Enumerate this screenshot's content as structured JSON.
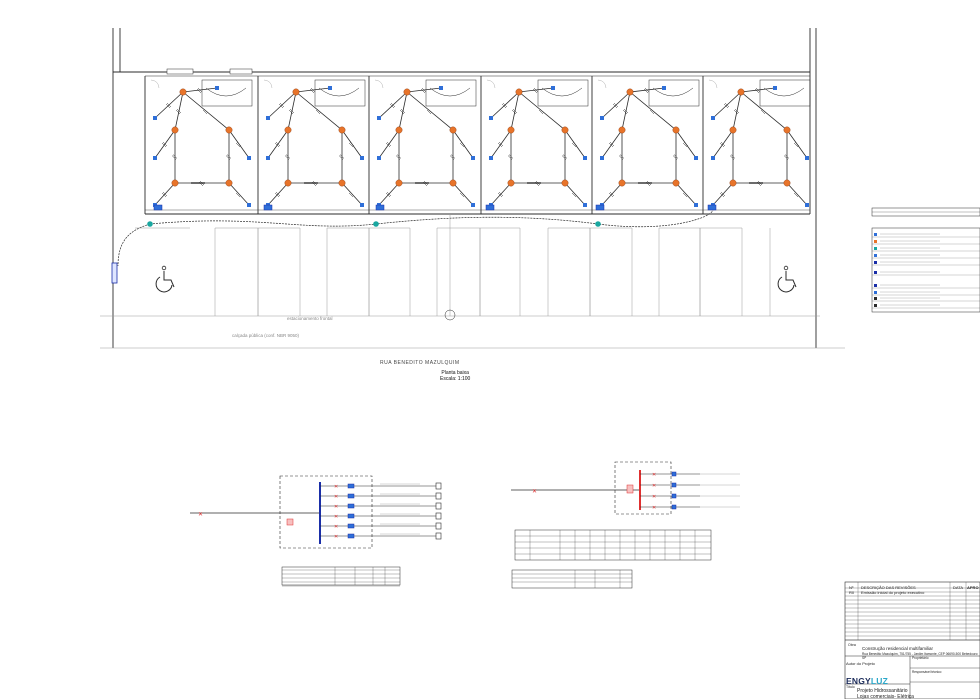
{
  "plan": {
    "street_name": "RUA BENEDITO MAZULQUIM",
    "view_title": "Planta baixa",
    "scale": "Escala: 1:100",
    "sidewalk_label": "calçada pública (conf. NBR 9050)",
    "parking_label": "estacionamento frontal"
  },
  "title_block": {
    "revision_header_no": "Nº",
    "revision_header_desc": "DESCRIÇÃO DAS REVISÕES",
    "revision_header_date": "DATA",
    "revision_header_appr": "APRO",
    "revision_row_no": "R0",
    "revision_row_desc": "Emissão inicial do projeto executivo",
    "work_label": "Obra",
    "work_name": "Construção residencial multifamiliar",
    "address": "Rua Benedito Mazulquim, 751/755 - Jardim Itamonte, CEP 06690-500 Bebedouro SP",
    "author_label": "Autor do Projeto",
    "brand_engy": "ENGY",
    "brand_luz": "LUZ",
    "project_title_label": "Título",
    "project_line1": "Projeto Hidrossanitário",
    "project_line2": "Lojas comerciais- Elétrica",
    "owner_label": "Proprietário",
    "responsible_label": "Responsável técnico"
  },
  "colors": {
    "line": "#2b2b2b",
    "light": "#9a9a9a",
    "orange": "#e8742a",
    "blue": "#2f6fd8",
    "teal": "#19a7a0",
    "red": "#e03030",
    "navy": "#1a2ea8"
  }
}
